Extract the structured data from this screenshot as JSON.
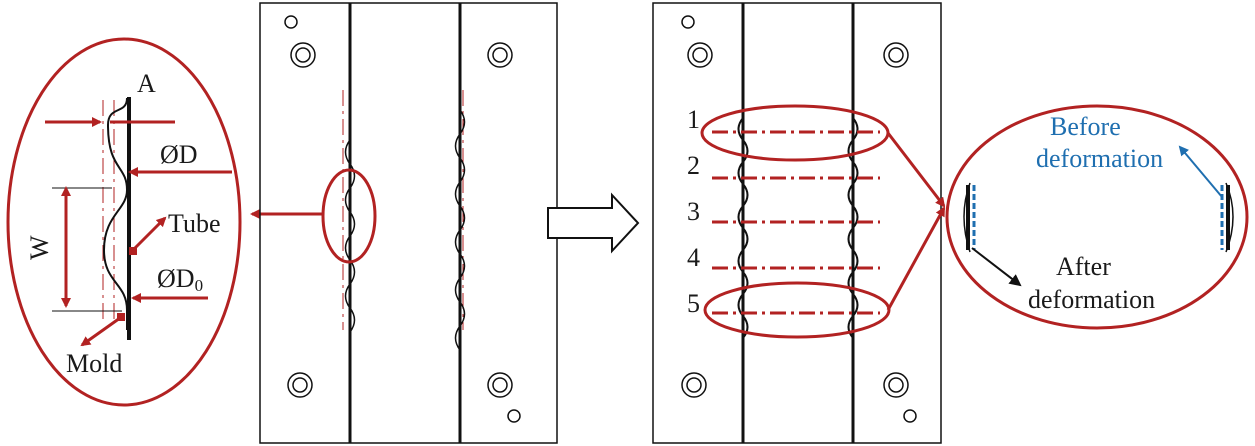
{
  "detail_left": {
    "label_a": "A",
    "label_d": "ØD",
    "label_w": "W",
    "label_tube": "Tube",
    "label_d0_main": "ØD",
    "label_d0_sub": "0",
    "label_mold": "Mold"
  },
  "right_mold": {
    "section_labels": [
      "1",
      "2",
      "3",
      "4",
      "5"
    ]
  },
  "detail_right": {
    "before_label_line1": "Before",
    "before_label_line2": "deformation",
    "after_label_line1": "After",
    "after_label_line2": "deformation"
  },
  "colors": {
    "accent_red": "#b22222",
    "blue": "#1f6fb0",
    "line": "#1a1a1a"
  }
}
